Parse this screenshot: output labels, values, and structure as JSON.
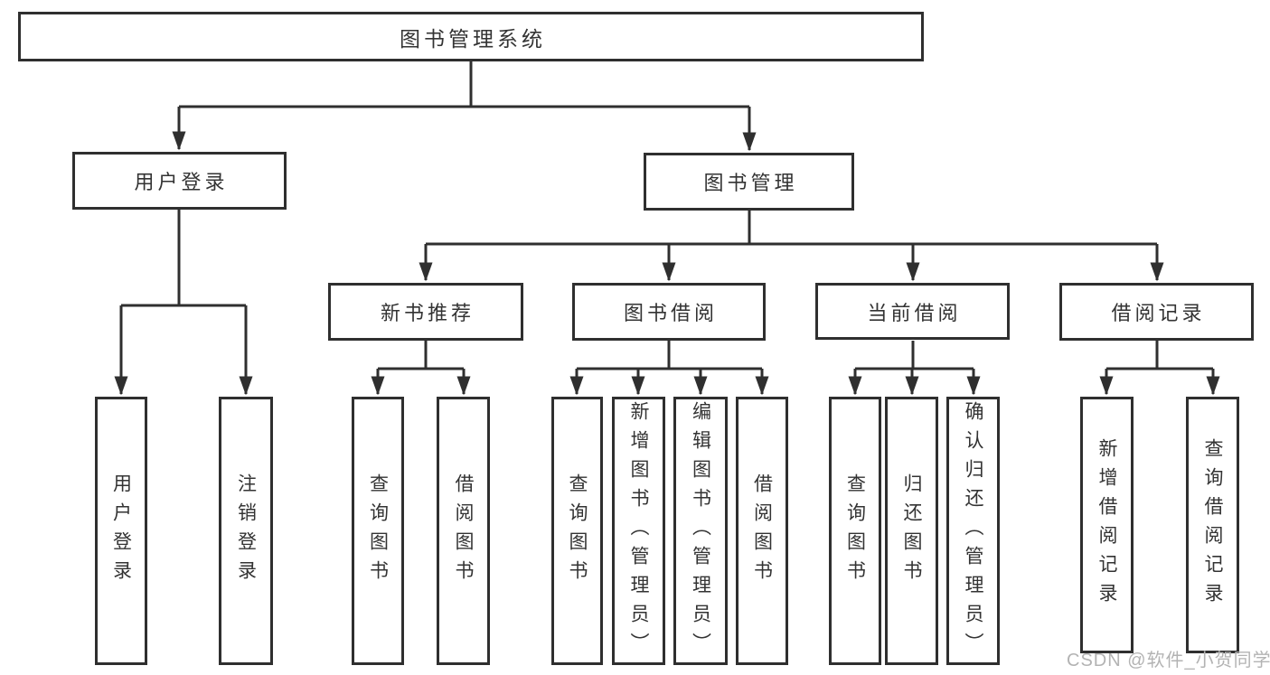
{
  "diagram": {
    "root": {
      "label": "图书管理系统"
    },
    "branches": [
      {
        "label": "用户登录",
        "children": [
          {
            "label": "用户登录"
          },
          {
            "label": "注销登录"
          }
        ]
      },
      {
        "label": "图书管理",
        "children": [
          {
            "label": "新书推荐",
            "children": [
              {
                "label": "查询图书"
              },
              {
                "label": "借阅图书"
              }
            ]
          },
          {
            "label": "图书借阅",
            "children": [
              {
                "label": "查询图书"
              },
              {
                "label": "新增图书（管理员）"
              },
              {
                "label": "编辑图书（管理员）"
              },
              {
                "label": "借阅图书"
              }
            ]
          },
          {
            "label": "当前借阅",
            "children": [
              {
                "label": "查询图书"
              },
              {
                "label": "归还图书"
              },
              {
                "label": "确认归还（管理员）"
              }
            ]
          },
          {
            "label": "借阅记录",
            "children": [
              {
                "label": "新增借阅记录"
              },
              {
                "label": "查询借阅记录"
              }
            ]
          }
        ]
      }
    ]
  },
  "watermark": {
    "text": "CSDN @软件_小贺同学"
  },
  "colors": {
    "line": "#2f2f2f",
    "text": "#333333",
    "watermark": "#b3b3b3",
    "background": "#ffffff"
  }
}
